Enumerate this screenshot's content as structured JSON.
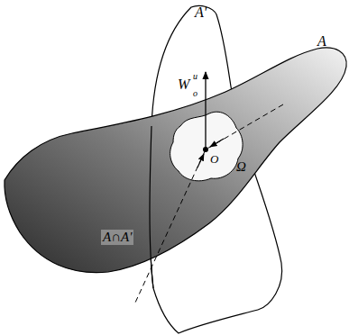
{
  "diagram": {
    "labels": [
      "A'",
      "A",
      "W",
      "u",
      "o",
      "O",
      "Ω",
      "A∩A'"
    ]
  }
}
